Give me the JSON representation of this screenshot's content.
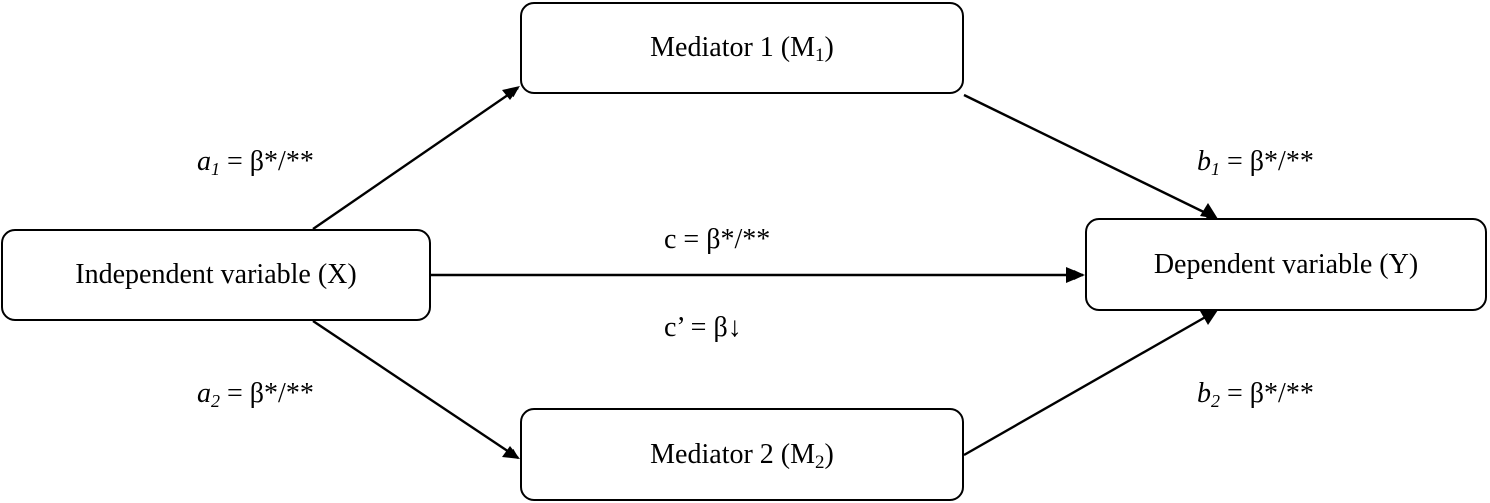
{
  "nodes": {
    "mediator1": {
      "text": "Mediator 1 (M",
      "sub": "1",
      "close": ")"
    },
    "mediator2": {
      "text": "Mediator 2 (M",
      "sub": "2",
      "close": ")"
    },
    "independent": {
      "text": "Independent variable (X)"
    },
    "dependent": {
      "text": "Dependent variable (Y)"
    }
  },
  "paths": {
    "a1": {
      "letter": "a",
      "sub": "1",
      "value": " = β*/**"
    },
    "a2": {
      "letter": "a",
      "sub": "2",
      "value": " = β*/**"
    },
    "b1": {
      "letter": "b",
      "sub": "1",
      "value": " = β*/**"
    },
    "b2": {
      "letter": "b",
      "sub": "2",
      "value": " = β*/**"
    },
    "c": "c = β*/**",
    "c_prime": "c’ = β↓"
  }
}
